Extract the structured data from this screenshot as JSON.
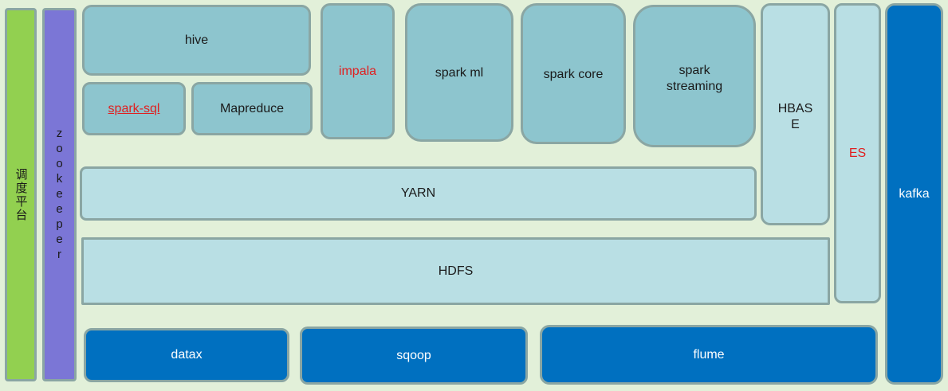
{
  "left_bars": {
    "scheduler": "调度平台",
    "zookeeper": "zookeeper"
  },
  "compute": {
    "hive": "hive",
    "spark_sql": "spark-sql",
    "mapreduce": "Mapreduce",
    "impala": "impala",
    "spark_ml": "spark ml",
    "spark_core": "spark core",
    "spark_streaming": "spark\nstreaming"
  },
  "storage": {
    "hbase": "HBAS\nE",
    "es": "ES",
    "yarn": "YARN",
    "hdfs": "HDFS"
  },
  "ingest": {
    "datax": "datax",
    "sqoop": "sqoop",
    "flume": "flume"
  },
  "right_bar": {
    "kafka": "kafka"
  }
}
